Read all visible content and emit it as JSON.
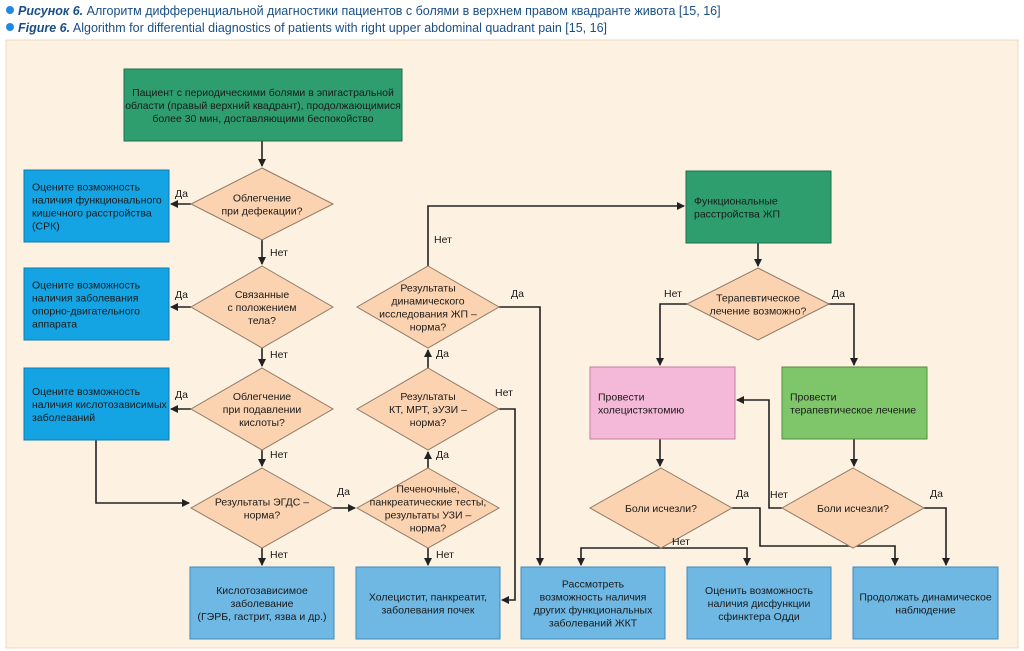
{
  "caption": {
    "ru_prefix": "Рисунок 6.",
    "ru_text": " Алгоритм дифференциальной диагностики пациентов с болями в верхнем правом квадранте живота [15, 16]",
    "en_prefix": "Figure 6.",
    "en_text": " Algorithm for differential diagnostics of patients with right upper abdominal quadrant pain [15, 16]"
  },
  "nodes": {
    "start": [
      "Пациент с периодическими болями в эпигастральной",
      "области (правый верхний квадрант), продолжающимися",
      "более 30 мин, доставляющими беспокойство"
    ],
    "d_defecation": [
      "Облегчение",
      "при дефекации?"
    ],
    "ibs": [
      "Оцените возможность",
      "наличия функционального",
      "кишечного расстройства",
      "(СРК)"
    ],
    "d_position": [
      "Связанные",
      "с положением",
      "тела?"
    ],
    "musculo": [
      "Оцените возможность",
      "наличия заболевания",
      "опорно-двигательного",
      "аппарата"
    ],
    "d_acid": [
      "Облегчение",
      "при подавлении",
      "кислоты?"
    ],
    "acid_dis": [
      "Оцените возможность",
      "наличия кислотозависимых",
      "заболеваний"
    ],
    "d_egds": [
      "Результаты ЭГДС –",
      "норма?"
    ],
    "acid_result": [
      "Кислотозависимое",
      "заболевание",
      "(ГЭРБ, гастрит, язва и др.)"
    ],
    "d_liver": [
      "Печеночные,",
      "панкреатические тесты,",
      "результаты УЗИ –",
      "норма?"
    ],
    "chole": [
      "Холецистит, панкреатит,",
      "заболевания почек"
    ],
    "d_ct": [
      "Результаты",
      "КТ, МРТ, эУЗИ –",
      "норма?"
    ],
    "d_dynamic": [
      "Результаты",
      "динамического",
      "исследования ЖП –",
      "норма?"
    ],
    "functional": [
      "Функциональные",
      "расстройства ЖП"
    ],
    "d_therapy": [
      "Терапевтическое",
      "лечение возможно?"
    ],
    "surgery": [
      "Провести",
      "холецистэктомию"
    ],
    "therapy": [
      "Провести",
      "терапевтическое лечение"
    ],
    "d_pain1": [
      "Боли исчезли?"
    ],
    "d_pain2": [
      "Боли исчезли?"
    ],
    "other_func": [
      "Рассмотреть",
      "возможность наличия",
      "других функциональных",
      "заболеваний ЖКТ"
    ],
    "oddi": [
      "Оценить возможность",
      "наличия дисфункции",
      "сфинктера Одди"
    ],
    "observe": [
      "Продолжать динамическое",
      "наблюдение"
    ]
  },
  "labels": {
    "yes": "Да",
    "no": "Нет"
  },
  "colors": {
    "start": "#2e9e6e",
    "assess": "#14a4e3",
    "outcome": "#6fb8e3",
    "decision": "#fcd3b0",
    "surgery": "#f4b8d8",
    "therapy": "#7fc56a",
    "panel": "#fdf1e2"
  }
}
